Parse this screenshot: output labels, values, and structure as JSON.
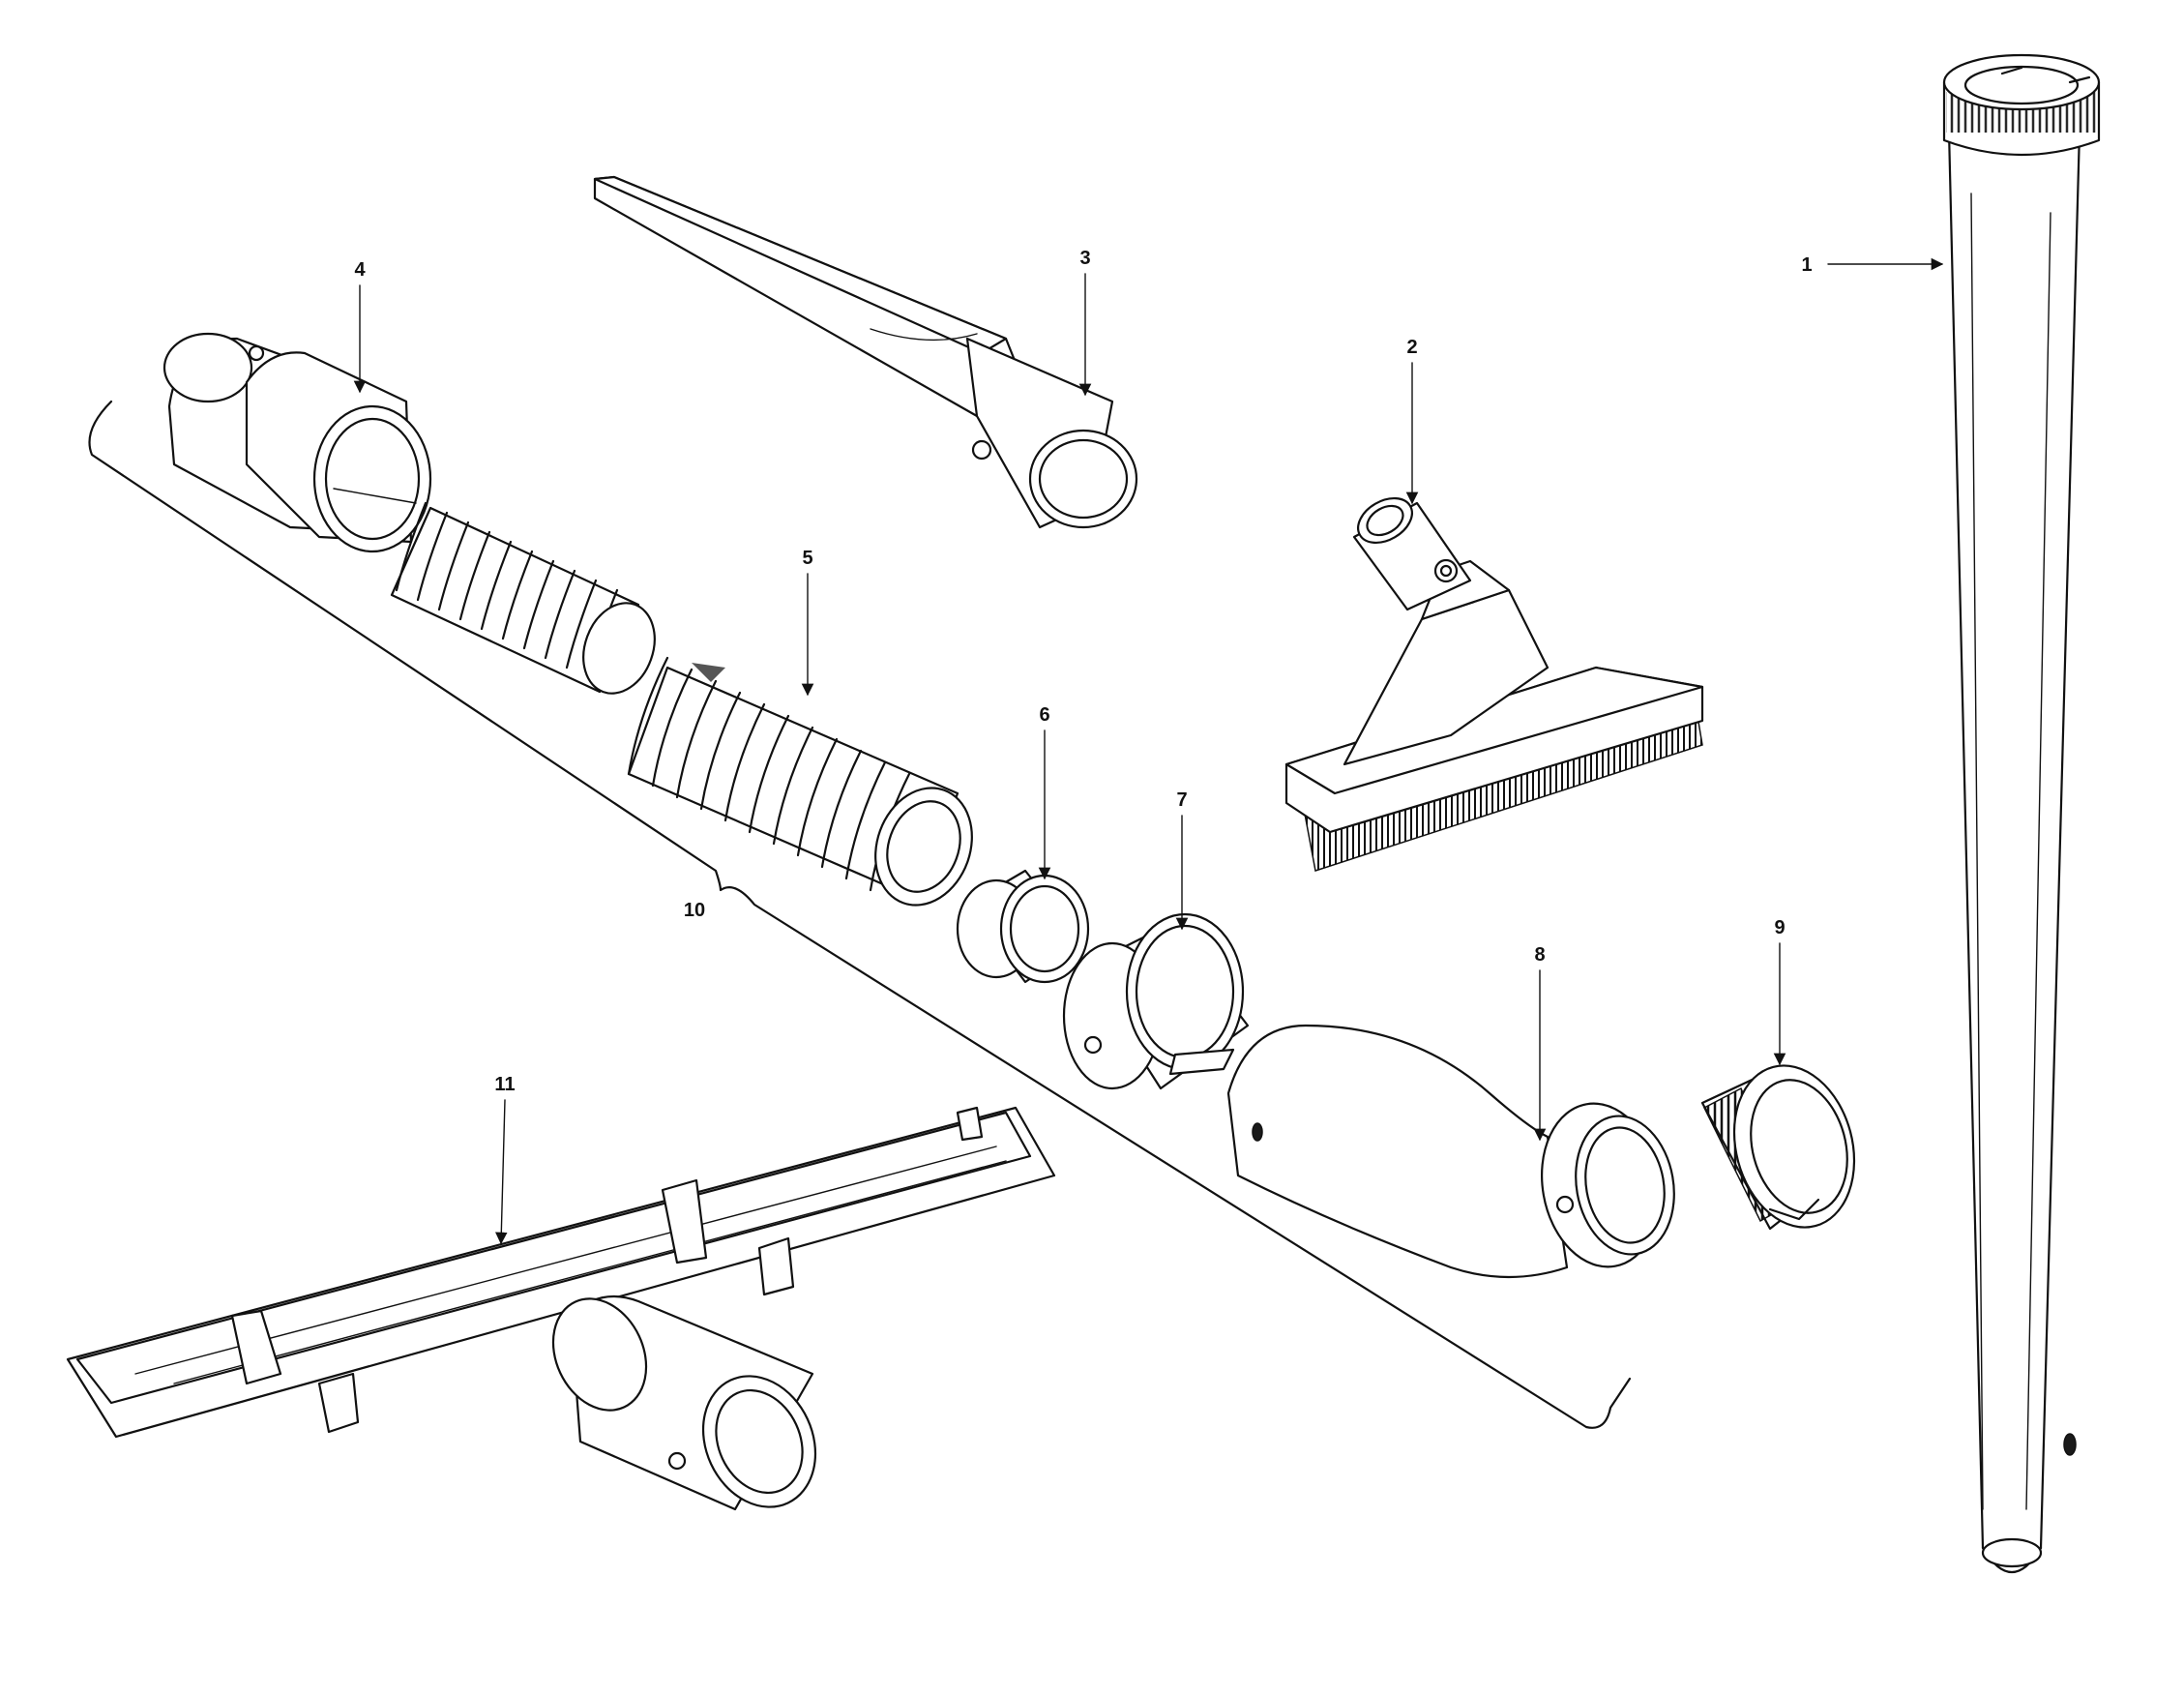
{
  "colors": {
    "ink": "#111111",
    "paper": "#ffffff"
  },
  "callouts": [
    {
      "id": "1",
      "label": "1"
    },
    {
      "id": "2",
      "label": "2"
    },
    {
      "id": "3",
      "label": "3"
    },
    {
      "id": "4",
      "label": "4"
    },
    {
      "id": "5",
      "label": "5"
    },
    {
      "id": "6",
      "label": "6"
    },
    {
      "id": "7",
      "label": "7"
    },
    {
      "id": "8",
      "label": "8"
    },
    {
      "id": "9",
      "label": "9"
    },
    {
      "id": "10",
      "label": "10"
    },
    {
      "id": "11",
      "label": "11"
    }
  ]
}
